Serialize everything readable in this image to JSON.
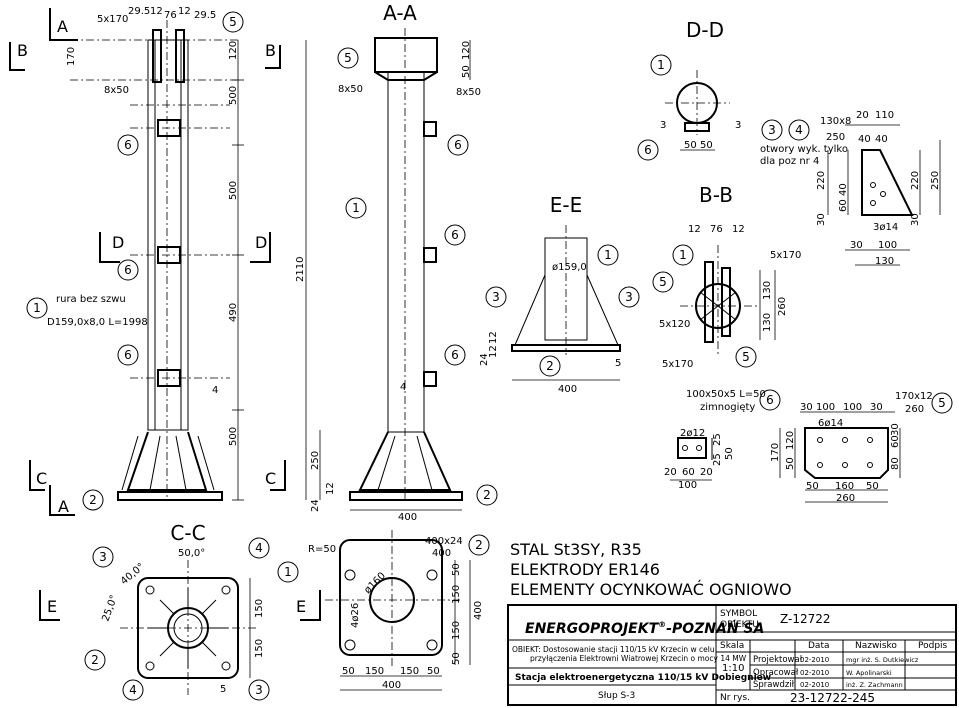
{
  "sections": {
    "aa": "A-A",
    "dd": "D-D",
    "ee": "E-E",
    "bb": "B-B",
    "cc": "C-C",
    "a": "A",
    "b": "B",
    "c": "C",
    "d": "D",
    "e": "E"
  },
  "pos": {
    "p1": "1",
    "p2": "2",
    "p3": "3",
    "p4": "4",
    "p5": "5",
    "p6": "6"
  },
  "side_view": {
    "d_5x170": "5x170",
    "d_29_5a": "29.5",
    "d_12a": "12",
    "d_76": "76",
    "d_12b": "12",
    "d_29_5b": "29.5",
    "d_170": "170",
    "d_8x50": "8x50",
    "d_120": "120",
    "d_500a": "500",
    "d_500b": "500",
    "d_490": "490",
    "d_500c": "500",
    "d_2110": "2110",
    "pipe_line1": "rura bez szwu",
    "pipe_line2": "D159,0x8,0    L=1998"
  },
  "view_aa": {
    "d_8x50a": "8x50",
    "d_8x50b": "8x50",
    "d_120": "120",
    "d_50": "50",
    "d_250": "250",
    "d_12": "12",
    "d_24": "24",
    "d_400": "400",
    "weld4": "4"
  },
  "view_dd": {
    "w3a": "3",
    "w3b": "3",
    "d_50a": "50",
    "d_50b": "50"
  },
  "view_ee": {
    "dia": "ø159,0",
    "d_12a": "12",
    "d_12b": "12",
    "d_24": "24",
    "d_400": "400",
    "w5": "5"
  },
  "view_bb": {
    "d_12a": "12",
    "d_76": "76",
    "d_12b": "12",
    "d_5x170a": "5x170",
    "d_5x120": "5x120",
    "d_5x170b": "5x170",
    "d_130a": "130",
    "d_130b": "130",
    "d_260": "260"
  },
  "rib_detail": {
    "spec": "130x8",
    "d_250": "250",
    "d_20": "20",
    "d_110": "110",
    "d_40a": "40",
    "d_40b": "40",
    "note1": "otwory wyk. tylko",
    "note2": "dla poz nr 4",
    "d_220a": "220",
    "d_40c": "40",
    "d_60": "60",
    "d_30a": "30",
    "hole": "3ø14",
    "d_220b": "220",
    "d_250b": "250",
    "d_30b": "30",
    "d_30c": "30",
    "d_100": "100",
    "d_130": "130"
  },
  "angle_detail": {
    "spec": "100x50x5  L=50",
    "note": "zimnogięty",
    "hole": "2ø12",
    "d_20a": "20",
    "d_60": "60",
    "d_20b": "20",
    "d_100": "100",
    "d_25a": "25",
    "d_25b": "25",
    "d_50": "50"
  },
  "plate5_detail": {
    "spec": "170x12",
    "d_260": "260",
    "d_30a": "30",
    "d_100a": "100",
    "d_100b": "100",
    "d_30b": "30",
    "hole": "6ø14",
    "d_170": "170",
    "d_120": "120",
    "d_50a": "50",
    "d_80": "80",
    "d_60": "60",
    "d_30c": "30",
    "d_50b": "50",
    "d_160": "160",
    "d_50c": "50",
    "d_260b": "260"
  },
  "view_cc": {
    "ang1": "50,0°",
    "ang2": "40,0°",
    "ang3": "25,0°",
    "d_150a": "150",
    "d_150b": "150"
  },
  "base_plate": {
    "radius": "R=50",
    "spec": "400x24",
    "d_400": "400",
    "dia_ring": "ø160",
    "hole": "4ø26",
    "d_50a": "50",
    "d_150a": "150",
    "d_150b": "150",
    "d_50b": "50",
    "d_400v": "400",
    "d_50c": "50",
    "d_150c": "150",
    "d_150d": "150",
    "d_50d": "50",
    "d_400h": "400"
  },
  "notes": {
    "line1": "STAL St3SY, R35",
    "line2": "ELEKTRODY ER146",
    "line3": "ELEMENTY OCYNKOWAĆ OGNIOWO"
  },
  "title_block": {
    "company": "ENERGOPROJEKT",
    "company_reg": "®",
    "company_rest": "-POZNAŃ SA",
    "symbol_label": "SYMBOL",
    "object_label": "OBIEKTU:",
    "symbol_value": "Z-12722",
    "object_line1": "OBIEKT:  Dostosowanie stacji 110/15 kV Krzecin w celu",
    "object_line2": "przyłączenia Elektrowni Wiatrowej Krzecin o mocy 14 MW",
    "station": "Stacja elektroenergetyczna 110/15 kV Dobiegniew",
    "drawing_title": "Słup S-3",
    "h_scale": "Skala",
    "h_date": "Data",
    "h_name": "Nazwisko",
    "h_sign": "Podpis",
    "scale": "1:10",
    "rows": [
      {
        "role": "Projektował",
        "date": "02-2010",
        "name": "mgr inż. S. Dutkiewicz"
      },
      {
        "role": "Opracował",
        "date": "02-2010",
        "name": "W. Apolinarski"
      },
      {
        "role": "Sprawdził",
        "date": "02-2010",
        "name": "inż. Z. Zachmann"
      }
    ],
    "nr_label": "Nr rys.",
    "nr_value": "23-12722-245"
  }
}
